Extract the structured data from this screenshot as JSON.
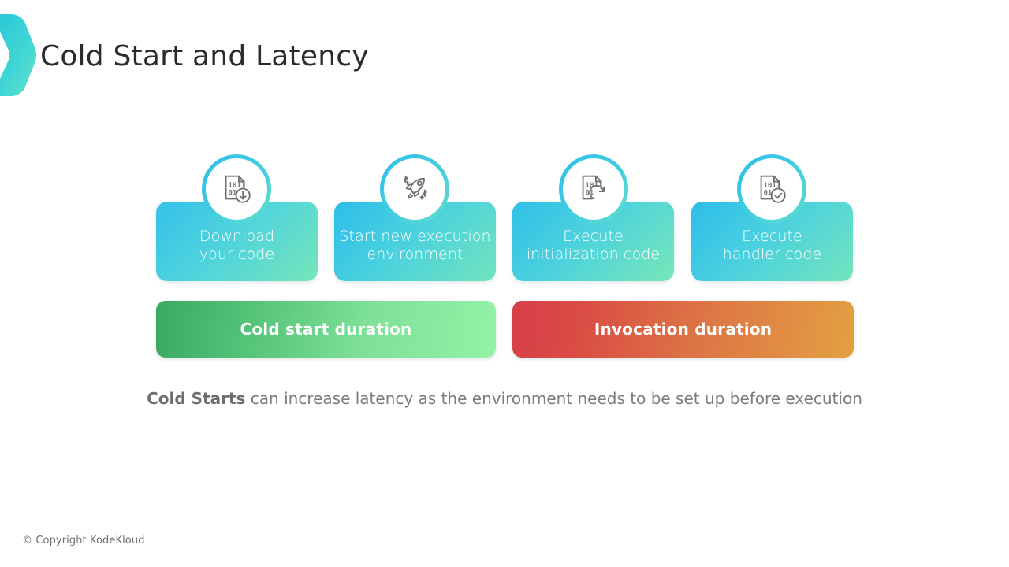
{
  "header": {
    "title": "Cold Start and Latency",
    "logo_icon": "chevron-right-logo",
    "logo_gradient_from": "#2ec7d6",
    "logo_gradient_to": "#5ae0d0"
  },
  "steps": [
    {
      "label": "Download\nyour code",
      "icon": "binary-document-download-icon",
      "gradient_from": "#35c1e8",
      "gradient_to": "#76e6b9"
    },
    {
      "label": "Start new execution\nenvironment",
      "icon": "rocket-launch-icon",
      "gradient_from": "#2dbdea",
      "gradient_to": "#72e4bd"
    },
    {
      "label": "Execute\ninitialization code",
      "icon": "binary-document-refresh-icon",
      "gradient_from": "#2fc0e9",
      "gradient_to": "#77e7b7"
    },
    {
      "label": "Execute\nhandler code",
      "icon": "binary-document-check-icon",
      "gradient_from": "#2cbdea",
      "gradient_to": "#73e5bc"
    }
  ],
  "bars": [
    {
      "label": "Cold start duration",
      "gradient_from": "#3aa860",
      "gradient_to": "#93f2a6"
    },
    {
      "label": "Invocation duration",
      "gradient_from": "#d63f49",
      "gradient_to": "#e3a042"
    }
  ],
  "caption": {
    "bold_prefix": "Cold Starts",
    "rest": " can increase latency as the environment needs to be set up before execution"
  },
  "footer": {
    "copyright": "© Copyright KodeKloud"
  }
}
